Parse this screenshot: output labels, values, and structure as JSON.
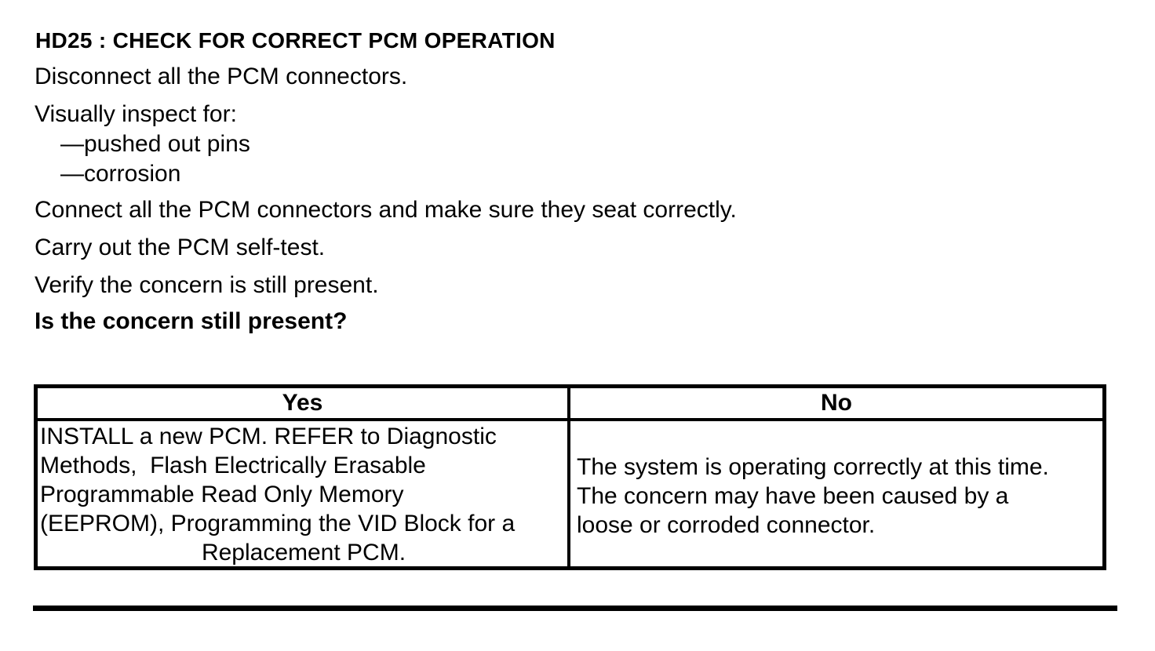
{
  "document": {
    "title": "HD25 : CHECK FOR CORRECT PCM OPERATION",
    "steps": [
      "Disconnect all the PCM connectors.",
      "Visually inspect for:",
      "—pushed out pins",
      "—corrosion",
      "Connect all the PCM connectors and make sure they seat correctly.",
      "Carry out the PCM self-test.",
      "Verify the concern is still present."
    ],
    "question": "Is the concern still present?",
    "table": {
      "headers": [
        "Yes",
        "No"
      ],
      "yes_lines": [
        "INSTALL a new PCM. REFER to Diagnostic",
        "Methods,  Flash Electrically Erasable",
        "Programmable Read Only Memory",
        "(EEPROM), Programming the VID Block for a",
        "Replacement PCM."
      ],
      "no_lines": [
        "The system is operating correctly at this time.",
        "The concern may have been caused by a",
        "loose or corroded connector."
      ]
    }
  }
}
